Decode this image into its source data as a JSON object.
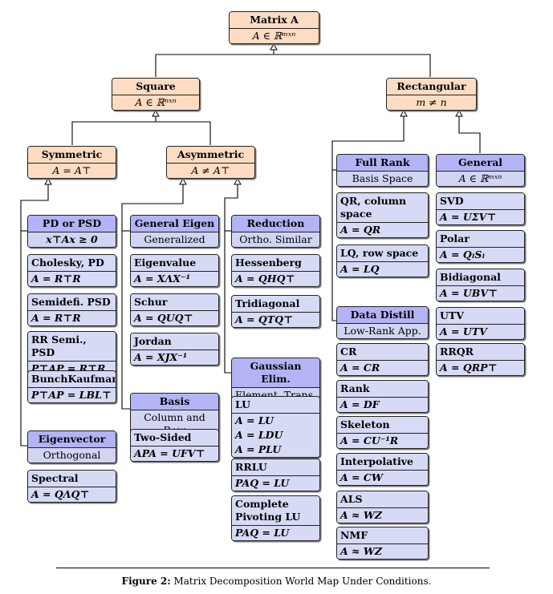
{
  "nodes": [
    {
      "id": "matrix",
      "title": "Matrix A",
      "lines": [
        "A ∈ ℝᵐˣⁿ"
      ],
      "style": "peach",
      "align": "center"
    },
    {
      "id": "square",
      "title": "Square",
      "lines": [
        "A ∈ ℝⁿˣⁿ"
      ],
      "style": "peach",
      "align": "center"
    },
    {
      "id": "rect",
      "title": "Rectangular",
      "lines": [
        "m ≠ n"
      ],
      "style": "peach",
      "align": "center"
    },
    {
      "id": "sym",
      "title": "Symmetric",
      "lines": [
        "A = A⊤"
      ],
      "style": "peach",
      "align": "center"
    },
    {
      "id": "asym",
      "title": "Asymmetric",
      "lines": [
        "A ≠ A⊤"
      ],
      "style": "peach",
      "align": "center"
    },
    {
      "id": "fullrank",
      "title": "Full Rank",
      "lines": [
        "Basis Space"
      ],
      "style": "blue",
      "align": "center"
    },
    {
      "id": "general",
      "title": "General",
      "lines": [
        "A ∈ ℝᵐˣⁿ"
      ],
      "style": "blue",
      "align": "center"
    },
    {
      "id": "pd",
      "title": "PD or PSD",
      "lines": [
        "x⊤Ax ≥ 0"
      ],
      "style": "blue",
      "align": "center"
    },
    {
      "id": "geneig",
      "title": "General Eigen",
      "lines": [
        "Generalized"
      ],
      "style": "blue",
      "align": "center"
    },
    {
      "id": "reduction",
      "title": "Reduction",
      "lines": [
        "Ortho. Similar"
      ],
      "style": "blue",
      "align": "center"
    },
    {
      "id": "cholesky",
      "title": "Cholesky, PD",
      "lines": [
        "A = R⊤R"
      ],
      "style": "lb",
      "align": "left"
    },
    {
      "id": "semidefi",
      "title": "Semidefi. PSD",
      "lines": [
        "A = R⊤R"
      ],
      "style": "lb",
      "align": "left"
    },
    {
      "id": "rrsemi",
      "title": "RR Semi., PSD",
      "lines": [
        "P⊤AP = R⊤R"
      ],
      "style": "lb",
      "align": "left"
    },
    {
      "id": "bunch",
      "title": "BunchKaufman",
      "lines": [
        "P⊤AP = LBL⊤"
      ],
      "style": "lb",
      "align": "left"
    },
    {
      "id": "eigenvector",
      "title": "Eigenvector",
      "lines": [
        "Orthogonal"
      ],
      "style": "blue",
      "align": "center"
    },
    {
      "id": "spectral",
      "title": "Spectral",
      "lines": [
        "A = QΛQ⊤"
      ],
      "style": "lb",
      "align": "left"
    },
    {
      "id": "eigenvalue",
      "title": "Eigenvalue",
      "lines": [
        "A = XΛX⁻¹"
      ],
      "style": "lb",
      "align": "left"
    },
    {
      "id": "schur",
      "title": "Schur",
      "lines": [
        "A = QUQ⊤"
      ],
      "style": "lb",
      "align": "left"
    },
    {
      "id": "jordan",
      "title": "Jordan",
      "lines": [
        "A = XJX⁻¹"
      ],
      "style": "lb",
      "align": "left"
    },
    {
      "id": "basis",
      "title": "Basis",
      "lines": [
        "Column and Row"
      ],
      "style": "blue",
      "align": "center"
    },
    {
      "id": "twosided",
      "title": "Two-Sided",
      "lines": [
        "APA = UFV⊤"
      ],
      "style": "lb",
      "align": "left"
    },
    {
      "id": "hessenberg",
      "title": "Hessenberg",
      "lines": [
        "A = QHQ⊤"
      ],
      "style": "lb",
      "align": "left"
    },
    {
      "id": "tridiagonal",
      "title": "Tridiagonal",
      "lines": [
        "A = QTQ⊤"
      ],
      "style": "lb",
      "align": "left"
    },
    {
      "id": "gaussian",
      "title": "Gaussian Elim.",
      "lines": [
        "Element. Trans."
      ],
      "style": "blue",
      "align": "center"
    },
    {
      "id": "lu",
      "title": "LU",
      "lines": [
        "A = LU",
        "A = LDU",
        "A = PLU"
      ],
      "style": "lb",
      "align": "left"
    },
    {
      "id": "rrlu",
      "title": "RRLU",
      "lines": [
        "PAQ = LU"
      ],
      "style": "lb",
      "align": "left"
    },
    {
      "id": "cplu",
      "title": "Complete Pivoting LU",
      "lines": [
        "PAQ = LU"
      ],
      "style": "lb",
      "align": "left"
    },
    {
      "id": "qr",
      "title": "QR, column space",
      "lines": [
        "A = QR"
      ],
      "style": "lb",
      "align": "left"
    },
    {
      "id": "lq",
      "title": "LQ, row space",
      "lines": [
        "A = LQ"
      ],
      "style": "lb",
      "align": "left"
    },
    {
      "id": "datadistill",
      "title": "Data Distill",
      "lines": [
        "Low-Rank App."
      ],
      "style": "blue",
      "align": "center"
    },
    {
      "id": "cr",
      "title": "CR",
      "lines": [
        "A = CR"
      ],
      "style": "lb",
      "align": "left"
    },
    {
      "id": "rank",
      "title": "Rank",
      "lines": [
        "A = DF"
      ],
      "style": "lb",
      "align": "left"
    },
    {
      "id": "skeleton",
      "title": "Skeleton",
      "lines": [
        "A = CU⁻¹R"
      ],
      "style": "lb",
      "align": "left"
    },
    {
      "id": "interp",
      "title": "Interpolative",
      "lines": [
        "A = CW"
      ],
      "style": "lb",
      "align": "left"
    },
    {
      "id": "als",
      "title": "ALS",
      "lines": [
        "A ≈ WZ"
      ],
      "style": "lb",
      "align": "left"
    },
    {
      "id": "nmf",
      "title": "NMF",
      "lines": [
        "A ≈ WZ"
      ],
      "style": "lb",
      "align": "left"
    },
    {
      "id": "svd",
      "title": "SVD",
      "lines": [
        "A = UΣV⊤"
      ],
      "style": "lb",
      "align": "left"
    },
    {
      "id": "polar",
      "title": "Polar",
      "lines": [
        "A = QₗSₗ"
      ],
      "style": "lb",
      "align": "left"
    },
    {
      "id": "bidiagonal",
      "title": "Bidiagonal",
      "lines": [
        "A = UBV⊤"
      ],
      "style": "lb",
      "align": "left"
    },
    {
      "id": "utv",
      "title": "UTV",
      "lines": [
        "A = UTV"
      ],
      "style": "lb",
      "align": "left"
    },
    {
      "id": "rrqr",
      "title": "RRQR",
      "lines": [
        "A = QRP⊤"
      ],
      "style": "lb",
      "align": "left"
    }
  ],
  "caption": {
    "label": "Figure 2:",
    "text": "Matrix Decomposition World Map Under Conditions."
  }
}
